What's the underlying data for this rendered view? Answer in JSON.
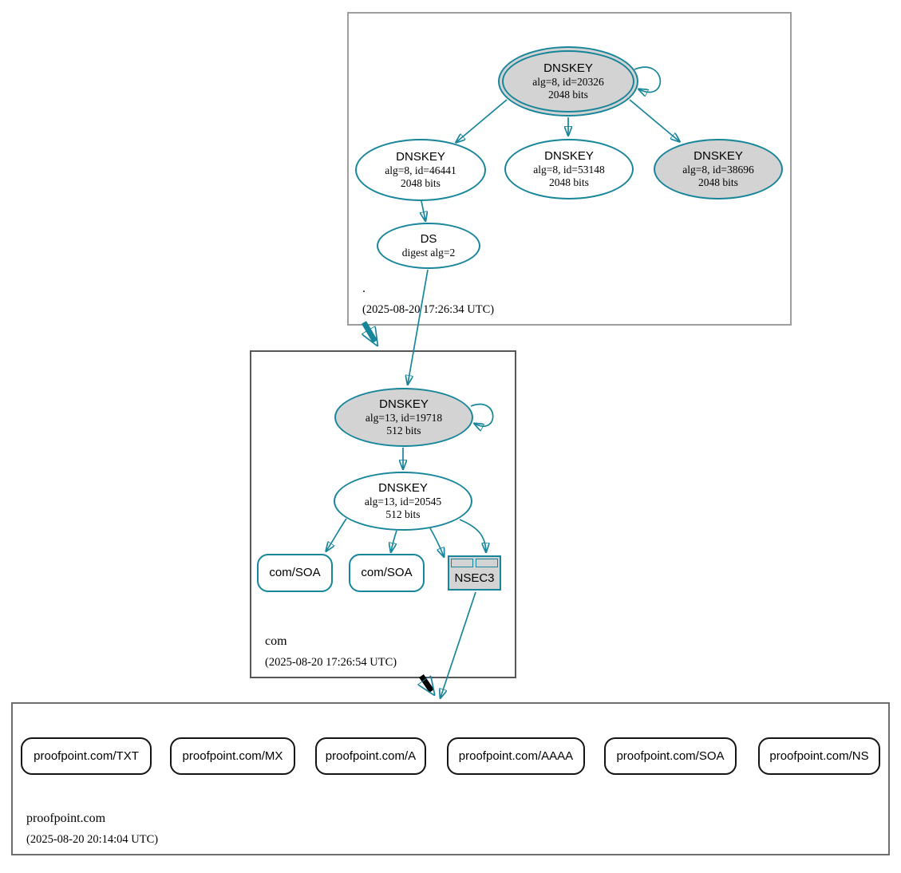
{
  "colors": {
    "secure_teal": "#17859a",
    "key_fill_gray": "#d3d3d3",
    "node_fill_white": "#ffffff",
    "insecure_delegation_black": "#000000"
  },
  "zones": {
    "root": {
      "name": ".",
      "timestamp": "(2025-08-20 17:26:34 UTC)",
      "nodes": {
        "ksk": {
          "title": "DNSKEY",
          "detail": "alg=8, id=20326",
          "bits": "2048 bits"
        },
        "zsk1": {
          "title": "DNSKEY",
          "detail": "alg=8, id=46441",
          "bits": "2048 bits"
        },
        "zsk2": {
          "title": "DNSKEY",
          "detail": "alg=8, id=53148",
          "bits": "2048 bits"
        },
        "zsk3": {
          "title": "DNSKEY",
          "detail": "alg=8, id=38696",
          "bits": "2048 bits"
        },
        "ds": {
          "title": "DS",
          "detail": "digest alg=2"
        }
      }
    },
    "com": {
      "name": "com",
      "timestamp": "(2025-08-20 17:26:54 UTC)",
      "nodes": {
        "ksk": {
          "title": "DNSKEY",
          "detail": "alg=13, id=19718",
          "bits": "512 bits"
        },
        "zsk": {
          "title": "DNSKEY",
          "detail": "alg=13, id=20545",
          "bits": "512 bits"
        },
        "soa1": {
          "label": "com/SOA"
        },
        "soa2": {
          "label": "com/SOA"
        },
        "nsec3": {
          "label": "NSEC3"
        }
      }
    },
    "proofpoint": {
      "name": "proofpoint.com",
      "timestamp": "(2025-08-20 20:14:04 UTC)",
      "nodes": [
        {
          "label": "proofpoint.com/TXT"
        },
        {
          "label": "proofpoint.com/MX"
        },
        {
          "label": "proofpoint.com/A"
        },
        {
          "label": "proofpoint.com/AAAA"
        },
        {
          "label": "proofpoint.com/SOA"
        },
        {
          "label": "proofpoint.com/NS"
        }
      ]
    }
  }
}
